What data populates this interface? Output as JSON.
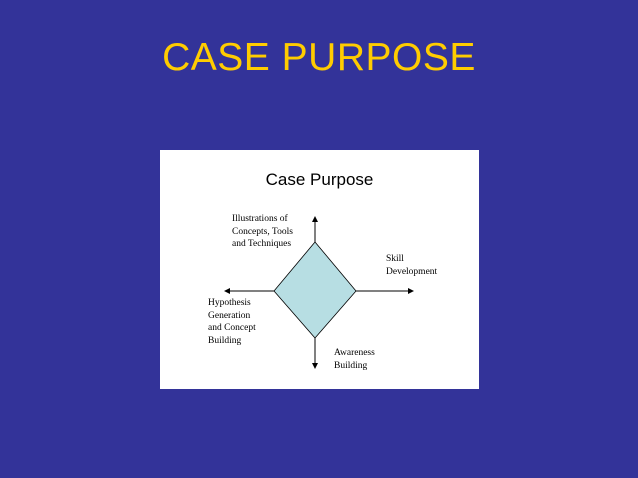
{
  "slide": {
    "title": "CASE PURPOSE"
  },
  "figure": {
    "title": "Case Purpose",
    "labels": {
      "top": "Illustrations of\nConcepts, Tools\nand Techniques",
      "right": "Skill\nDevelopment",
      "left": "Hypothesis\nGeneration\nand Concept\nBuilding",
      "bottom": "Awareness\nBuilding"
    },
    "colors": {
      "background": "#333399",
      "title": "#FFCC00",
      "diamond_fill": "#B7DEE3"
    }
  }
}
